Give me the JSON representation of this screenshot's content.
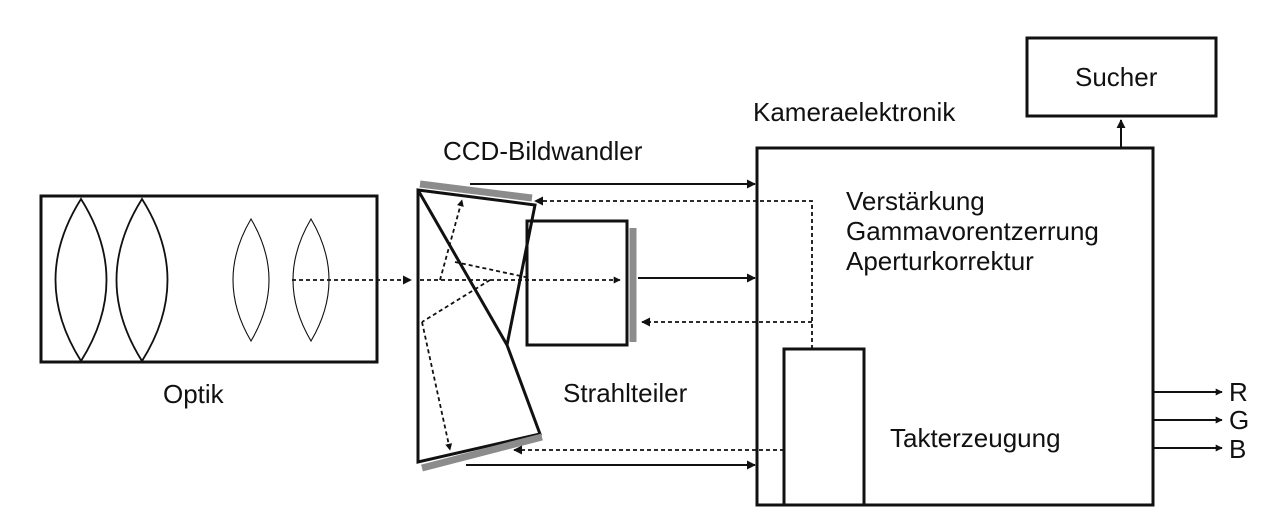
{
  "labels": {
    "optik": "Optik",
    "ccd": "CCD-Bildwandler",
    "strahlteiler": "Strahlteiler",
    "kameraelektronik": "Kameraelektronik",
    "sucher": "Sucher",
    "verstaerkung": "Verstärkung",
    "gamma": "Gammavorentzerrung",
    "apertur": "Aperturkorrektur",
    "takt": "Takterzeugung",
    "out_r": "R",
    "out_g": "G",
    "out_b": "B"
  }
}
